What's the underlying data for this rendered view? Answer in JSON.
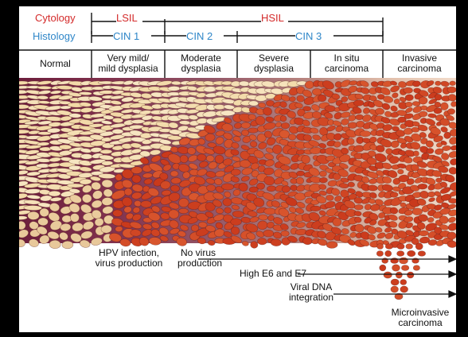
{
  "rows": {
    "cytology_label": "Cytology",
    "histology_label": "Histology"
  },
  "cytology": {
    "lsil": "LSIL",
    "hsil": "HSIL"
  },
  "histology": {
    "cin1": "CIN 1",
    "cin2": "CIN 2",
    "cin3": "CIN 3"
  },
  "stages": [
    {
      "line1": "Normal",
      "line2": ""
    },
    {
      "line1": "Very mild/",
      "line2": "mild dysplasia"
    },
    {
      "line1": "Moderate",
      "line2": "dysplasia"
    },
    {
      "line1": "Severe",
      "line2": "dysplasia"
    },
    {
      "line1": "In situ",
      "line2": "carcinoma"
    },
    {
      "line1": "Invasive",
      "line2": "carcinoma"
    }
  ],
  "events": {
    "hpv_line1": "HPV infection,",
    "hpv_line2": "virus production",
    "novirus_line1": "No virus",
    "novirus_line2": "production",
    "e6e7": "High E6 and E7",
    "viral_line1": "Viral DNA",
    "viral_line2": "integration",
    "micro_line1": "Microinvasive",
    "micro_line2": "carcinoma"
  },
  "colors": {
    "cytology_text": "#d42a2a",
    "histology_text": "#2e86c8",
    "normal_cell": "#f2d9a6",
    "tumor_cell": "#c9381b",
    "stroma_dark": "#6d1e3c",
    "stroma_light": "#f2dccb"
  }
}
